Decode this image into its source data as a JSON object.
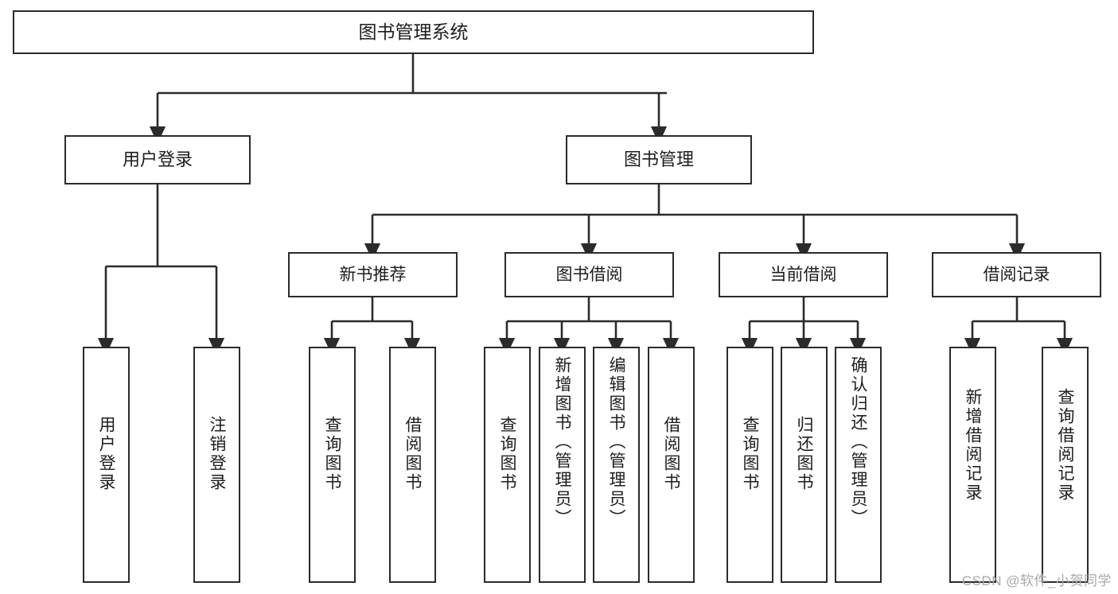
{
  "diagram": {
    "title": "图书管理系统",
    "type": "hierarchy-tree",
    "watermark": "CSDN @软件_小贺同学",
    "colors": {
      "stroke": "#2b2b2b",
      "fill": "#ffffff",
      "text": "#1d1d1d",
      "watermark": "#a8a8a8"
    },
    "nodes": {
      "root": {
        "label": "图书管理系统"
      },
      "level2": [
        {
          "id": "user-login",
          "label": "用户登录"
        },
        {
          "id": "book-management",
          "label": "图书管理"
        }
      ],
      "level3": [
        {
          "id": "new-book-recommend",
          "label": "新书推荐"
        },
        {
          "id": "book-borrow",
          "label": "图书借阅"
        },
        {
          "id": "current-borrow",
          "label": "当前借阅"
        },
        {
          "id": "borrow-record",
          "label": "借阅记录"
        }
      ],
      "leaves": {
        "user_login": [
          {
            "id": "leaf-user-login",
            "label": "用户登录"
          },
          {
            "id": "leaf-logout",
            "label": "注销登录"
          }
        ],
        "new_book_recommend": [
          {
            "id": "leaf-query-book-1",
            "label": "查询图书"
          },
          {
            "id": "leaf-borrow-book-1",
            "label": "借阅图书"
          }
        ],
        "book_borrow": [
          {
            "id": "leaf-query-book-2",
            "label": "查询图书"
          },
          {
            "id": "leaf-add-book",
            "label": "新增图书（管理员）"
          },
          {
            "id": "leaf-edit-book",
            "label": "编辑图书（管理员）"
          },
          {
            "id": "leaf-borrow-book-2",
            "label": "借阅图书"
          }
        ],
        "current_borrow": [
          {
            "id": "leaf-query-book-3",
            "label": "查询图书"
          },
          {
            "id": "leaf-return-book",
            "label": "归还图书"
          },
          {
            "id": "leaf-confirm-return",
            "label": "确认归还（管理员）"
          }
        ],
        "borrow_record": [
          {
            "id": "leaf-add-record",
            "label": "新增借阅记录"
          },
          {
            "id": "leaf-query-record",
            "label": "查询借阅记录"
          }
        ]
      }
    }
  }
}
